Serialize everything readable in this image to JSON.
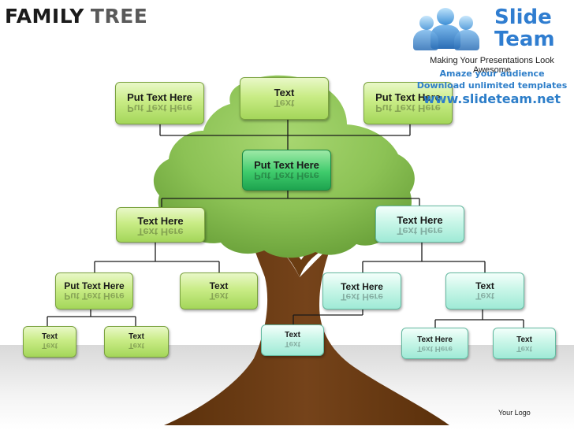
{
  "title": {
    "part1": "FAMILY",
    "part2": "TREE"
  },
  "logo": {
    "icon": "people-group-icon",
    "brand_line1": "Slide",
    "brand_line2": "Team",
    "tagline": "Making Your Presentations Look Awesome"
  },
  "promo": {
    "line1": "Amaze your audience",
    "line2": "Download unlimited templates",
    "line3": "www.slideteam.net"
  },
  "colors": {
    "foliage": "#8fc45a",
    "trunk": "#6b3d12",
    "green_box": "#b9e26f",
    "dark_green_box": "#2fbd5e",
    "cyan_box": "#b4f0df",
    "brand_blue": "#2f7dd0",
    "ground": "#d9d9d9"
  },
  "nodes": {
    "grandparent_left": "Put Text Here",
    "grandparent_top": "Text",
    "grandparent_right": "Put Text Here",
    "root": "Put Text Here",
    "parent_left": "Text Here",
    "parent_right": "Text Here",
    "child_1": "Put Text Here",
    "child_2": "Text",
    "child_3": "Text Here",
    "child_4": "Text",
    "grandchild_1": "Text",
    "grandchild_2": "Text",
    "grandchild_3": "Text",
    "grandchild_4": "Text Here",
    "grandchild_5": "Text"
  },
  "footer": {
    "your_logo": "Your Logo"
  }
}
